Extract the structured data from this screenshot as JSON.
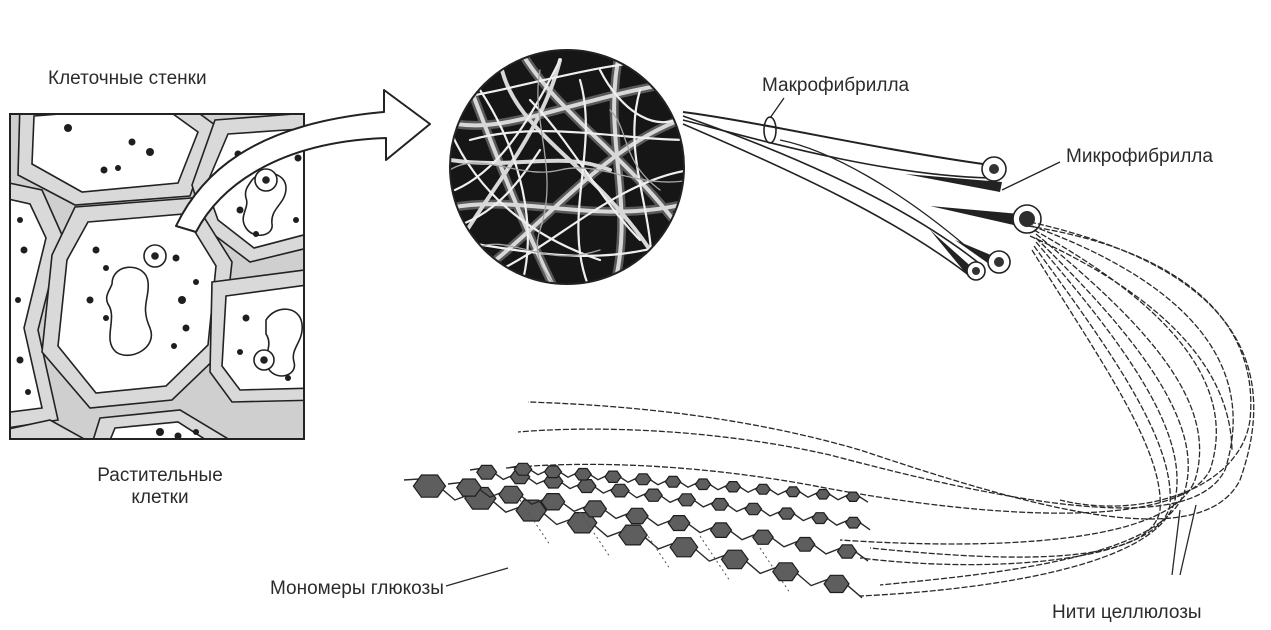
{
  "labels": {
    "cell_walls": "Клеточные стенки",
    "plant_cells_line1": "Растительные",
    "plant_cells_line2": "клетки",
    "macrofibril": "Макрофибрилла",
    "microfibril": "Микрофибрилла",
    "glucose_monomers": "Мономеры глюкозы",
    "cellulose_threads": "Нити целлюлозы"
  },
  "colors": {
    "ink": "#2b2b2b",
    "wall_fill": "#d9d9d9",
    "micrograph_dark": "#161616",
    "monomer_fill": "#5e5e5e"
  },
  "icons": {
    "arrow": "curved-arrow"
  }
}
